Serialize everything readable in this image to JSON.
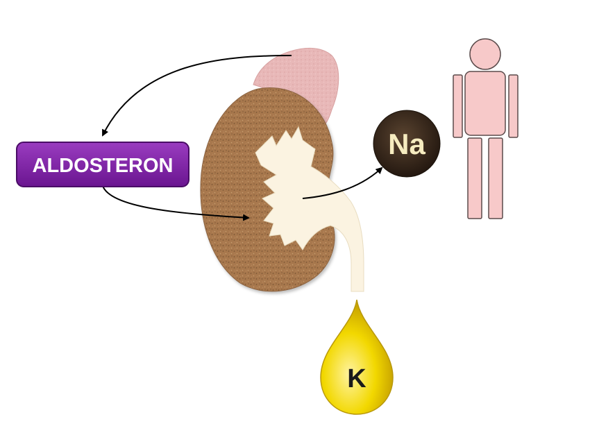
{
  "labels": {
    "hormone": "ALDOSTERON",
    "sodium": "Na",
    "potassium": "K"
  },
  "colors": {
    "hormone_box": "#7a1fa0",
    "kidney": "#a8784e",
    "renal_pelvis": "#fbf3e1",
    "adrenal_gland": "#e8b8b8",
    "body_figure": "#f7c9c9",
    "sodium_circle": "#3a2a1c",
    "potassium_drop": "#f2d800"
  }
}
